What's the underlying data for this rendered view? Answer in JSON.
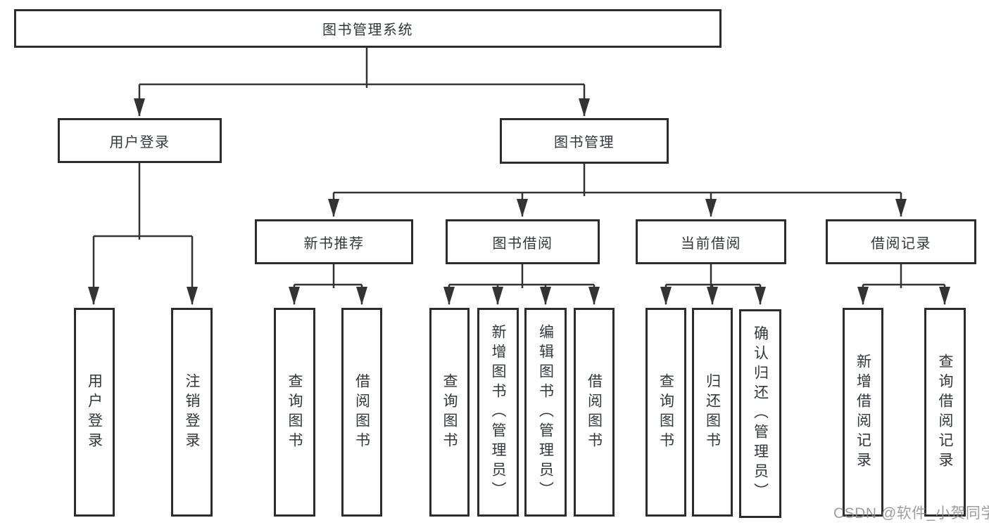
{
  "tree": {
    "label": "图书管理系统",
    "children": [
      {
        "label": "用户登录",
        "children": [
          {
            "label": "用户登录"
          },
          {
            "label": "注销登录"
          }
        ]
      },
      {
        "label": "图书管理",
        "children": [
          {
            "label": "新书推荐",
            "children": [
              {
                "label": "查询图书"
              },
              {
                "label": "借阅图书"
              }
            ]
          },
          {
            "label": "图书借阅",
            "children": [
              {
                "label": "查询图书"
              },
              {
                "label": "新增图书（管理员）"
              },
              {
                "label": "编辑图书（管理员）"
              },
              {
                "label": "借阅图书"
              }
            ]
          },
          {
            "label": "当前借阅",
            "children": [
              {
                "label": "查询图书"
              },
              {
                "label": "归还图书"
              },
              {
                "label": "确认归还（管理员）"
              }
            ]
          },
          {
            "label": "借阅记录",
            "children": [
              {
                "label": "新增借阅记录"
              },
              {
                "label": "查询借阅记录"
              }
            ]
          }
        ]
      }
    ]
  },
  "watermark": "CSDN @软件_小贺同学",
  "colors": {
    "line": "#333333",
    "box_border": "#2d2d2d",
    "text": "#33373d",
    "watermark": "#8c8c8c",
    "background": "#ffffff"
  }
}
